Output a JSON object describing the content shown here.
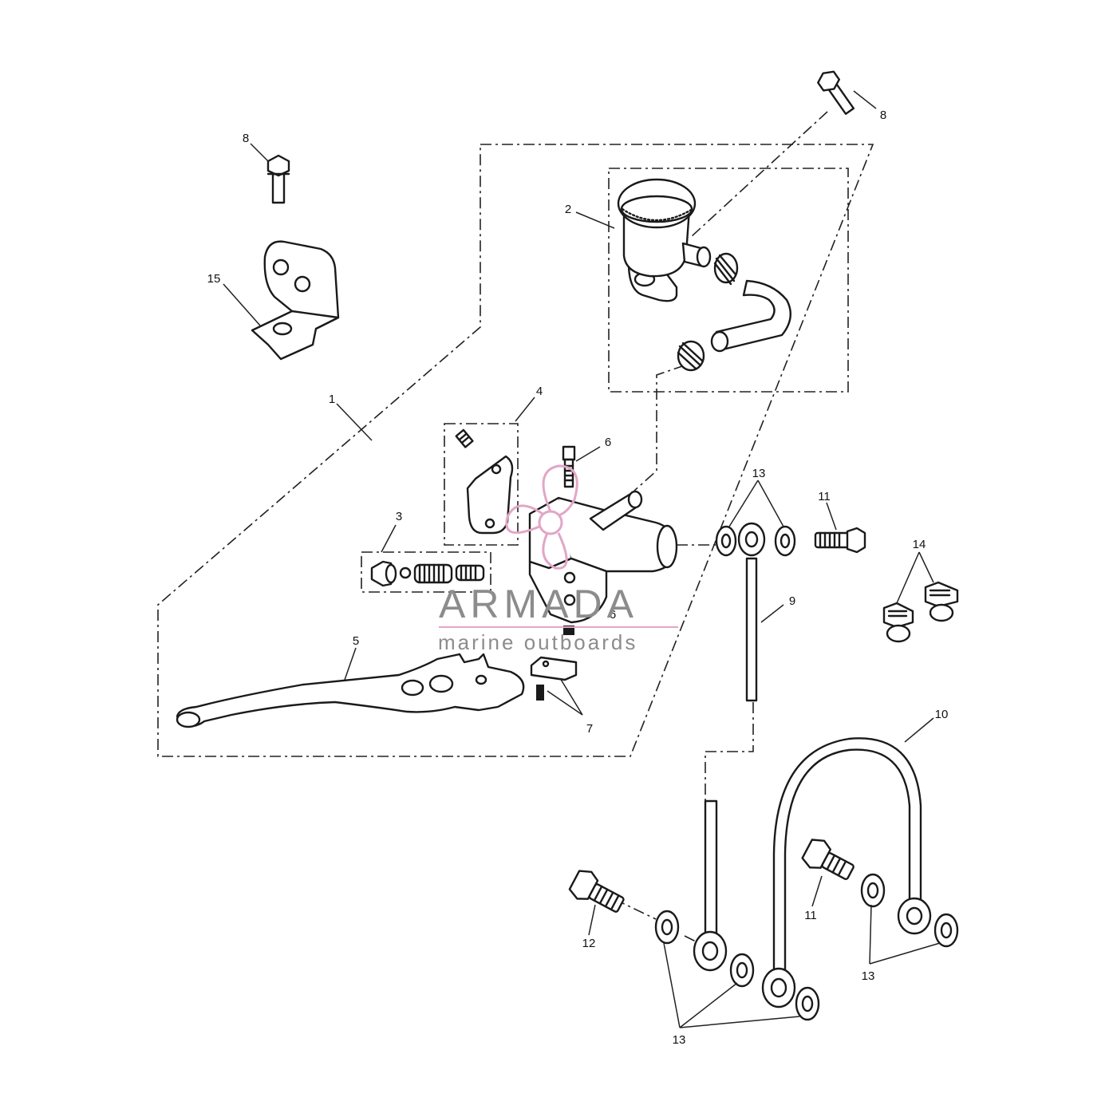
{
  "diagram": {
    "callouts": [
      {
        "id": "c8a",
        "label": "8"
      },
      {
        "id": "c8b",
        "label": "8"
      },
      {
        "id": "c15",
        "label": "15"
      },
      {
        "id": "c2",
        "label": "2"
      },
      {
        "id": "c1",
        "label": "1"
      },
      {
        "id": "c4",
        "label": "4"
      },
      {
        "id": "c6a",
        "label": "6"
      },
      {
        "id": "c6b",
        "label": "6"
      },
      {
        "id": "c3",
        "label": "3"
      },
      {
        "id": "c5",
        "label": "5"
      },
      {
        "id": "c7",
        "label": "7"
      },
      {
        "id": "c13a",
        "label": "13"
      },
      {
        "id": "c11a",
        "label": "11"
      },
      {
        "id": "c14",
        "label": "14"
      },
      {
        "id": "c9",
        "label": "9"
      },
      {
        "id": "c10",
        "label": "10"
      },
      {
        "id": "c11b",
        "label": "11"
      },
      {
        "id": "c12",
        "label": "12"
      },
      {
        "id": "c13b",
        "label": "13"
      },
      {
        "id": "c13c",
        "label": "13"
      }
    ]
  },
  "watermark": {
    "title": "ARMADA",
    "subtitle": "marine outboards",
    "logo_icon": "propeller-logo-icon",
    "logo_color": "#e2a6c6",
    "text_color": "#8c8c8c"
  }
}
